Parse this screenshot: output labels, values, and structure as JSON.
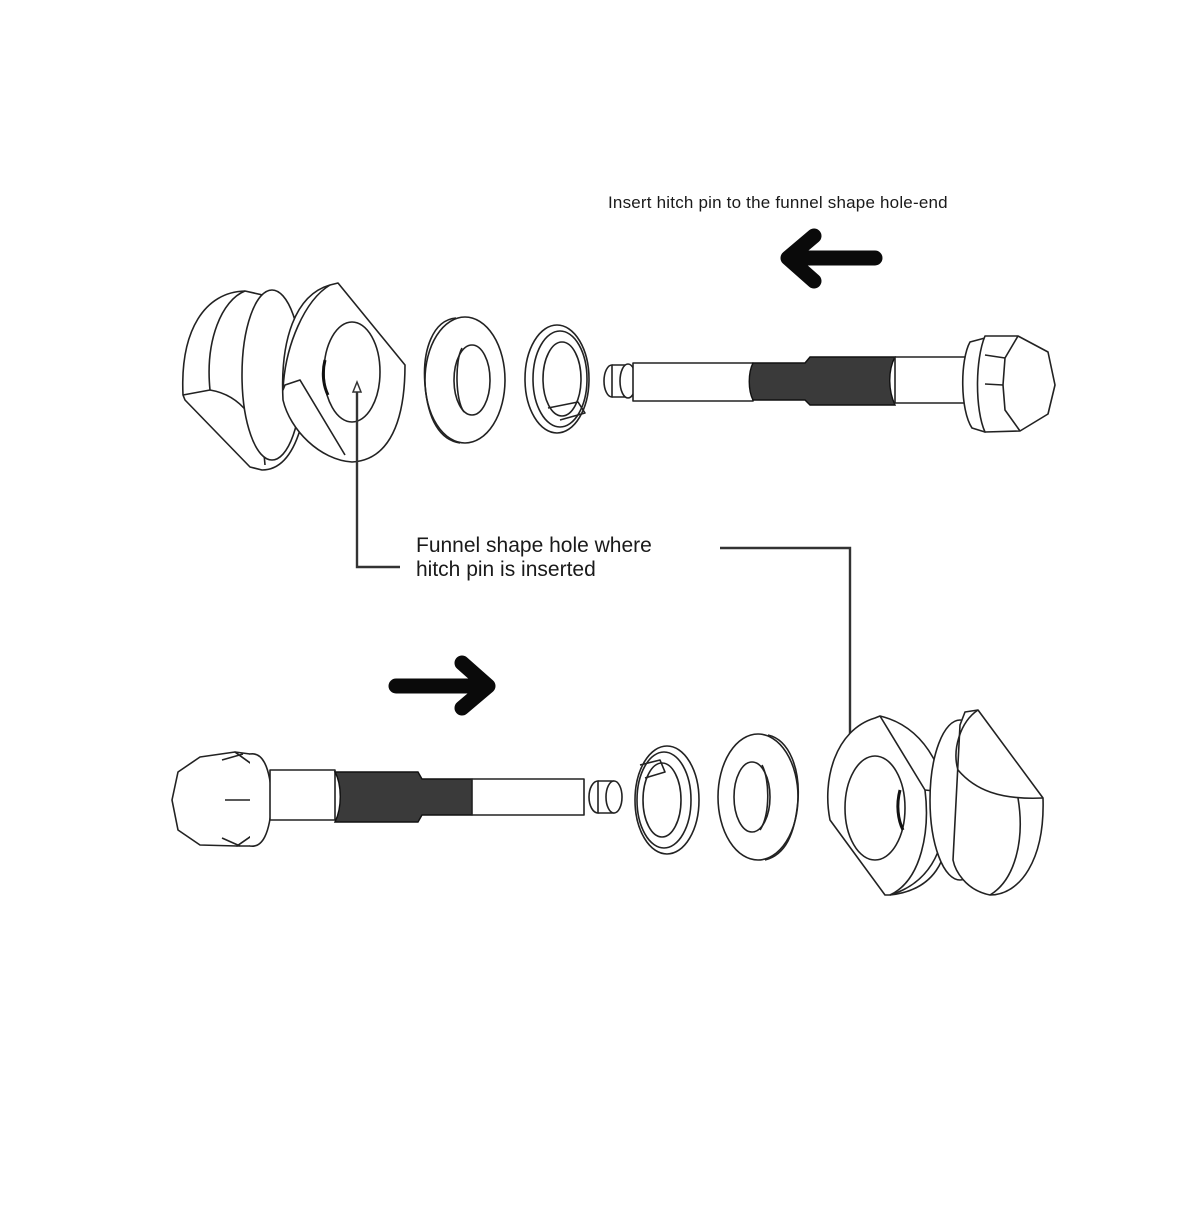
{
  "diagram": {
    "title_instruction": "Insert  hitch pin to the funnel shape hole-end",
    "callout": {
      "line1": "Funnel shape hole where",
      "line2": "hitch pin is inserted"
    },
    "assemblies": [
      {
        "name": "top-assembly",
        "direction": "left",
        "parts": [
          "castle-nut-body",
          "funnel-nut",
          "flat-washer",
          "split-lock-washer",
          "hitch-pin-bolt"
        ]
      },
      {
        "name": "bottom-assembly",
        "direction": "right",
        "parts": [
          "hitch-pin-bolt",
          "split-lock-washer",
          "flat-washer",
          "funnel-nut",
          "castle-nut-body"
        ]
      }
    ],
    "colors": {
      "line": "#222222",
      "thread": "#3a3a3a",
      "arrow": "#0a0a0a",
      "background": "#ffffff"
    }
  }
}
